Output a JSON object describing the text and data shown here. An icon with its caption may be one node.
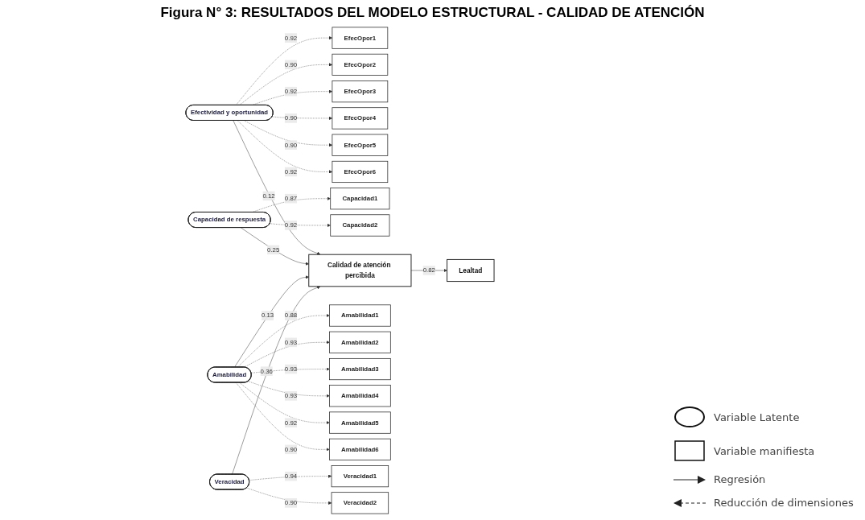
{
  "diagram": {
    "title": "Figura N° 3: RESULTADOS DEL MODELO ESTRUCTURAL - CALIDAD DE ATENCIÓN",
    "nodes": [
      {
        "text": [
          "EfecOpor1"
        ]
      },
      {
        "text": [
          "EfecOpor2"
        ]
      },
      {
        "text": [
          "EfecOpor3"
        ]
      },
      {
        "text": [
          "EfecOpor4"
        ]
      },
      {
        "text": [
          "EfecOpor5"
        ]
      },
      {
        "text": [
          "EfecOpor6"
        ]
      },
      {
        "text": [
          "Efectividad y oportunidad"
        ]
      },
      {
        "text": [
          "Capacidad de respuesta"
        ]
      },
      {
        "text": [
          "Capacidad1"
        ]
      },
      {
        "text": [
          "Capacidad2"
        ]
      },
      {
        "text": [
          "Calidad de atención percibida"
        ]
      },
      {
        "text": [
          "Lealtad"
        ]
      },
      {
        "text": [
          "Amabilidad1"
        ]
      },
      {
        "text": [
          "Amabilidad2"
        ]
      },
      {
        "text": [
          "Amabilidad3"
        ]
      },
      {
        "text": [
          "Amabilidad4"
        ]
      },
      {
        "text": [
          "Amabilidad5"
        ]
      },
      {
        "text": [
          "Amabilidad6"
        ]
      },
      {
        "text": [
          "Amabilidad"
        ]
      },
      {
        "text": [
          "Veracidad"
        ]
      },
      {
        "text": [
          "Veracidad1"
        ]
      },
      {
        "text": [
          "Veracidad2"
        ]
      }
    ],
    "edges": [
      {
        "from": 6,
        "to": 0,
        "arrow": "to",
        "label": "0.92",
        "style": "dashed"
      },
      {
        "from": 6,
        "to": 1,
        "arrow": "to",
        "label": "0.90",
        "style": "dashed"
      },
      {
        "from": 6,
        "to": 2,
        "arrow": "to",
        "label": "0.92",
        "style": "dashed"
      },
      {
        "from": 6,
        "to": 3,
        "arrow": "to",
        "label": "0.90",
        "style": "dashed"
      },
      {
        "from": 6,
        "to": 4,
        "arrow": "to",
        "label": "0.90",
        "style": "dashed"
      },
      {
        "from": 6,
        "to": 5,
        "arrow": "to",
        "label": "0.92",
        "style": "dashed"
      },
      {
        "from": 7,
        "to": 8,
        "arrow": "to",
        "label": "0.87",
        "style": "dashed"
      },
      {
        "from": 7,
        "to": 9,
        "arrow": "to",
        "label": "0.92",
        "style": "dashed"
      },
      {
        "from": 6,
        "to": 10,
        "arrow": "to",
        "label": "0.12"
      },
      {
        "from": 7,
        "to": 10,
        "arrow": "to",
        "label": "0.25"
      },
      {
        "from": 18,
        "to": 10,
        "arrow": "to",
        "label": "0.13"
      },
      {
        "from": 19,
        "to": 10,
        "arrow": "to",
        "label": "0.36"
      },
      {
        "from": 10,
        "to": 11,
        "arrow": "to",
        "label": "0.82"
      },
      {
        "from": 18,
        "to": 12,
        "arrow": "to",
        "label": "0.88",
        "style": "dashed"
      },
      {
        "from": 18,
        "to": 13,
        "arrow": "to",
        "label": "0.93",
        "style": "dashed"
      },
      {
        "from": 18,
        "to": 14,
        "arrow": "to",
        "label": "0.93",
        "style": "dashed"
      },
      {
        "from": 18,
        "to": 15,
        "arrow": "to",
        "label": "0.93",
        "style": "dashed"
      },
      {
        "from": 18,
        "to": 16,
        "arrow": "to",
        "label": "0.92",
        "style": "dashed"
      },
      {
        "from": 18,
        "to": 17,
        "arrow": "to",
        "label": "0.90",
        "style": "dashed"
      },
      {
        "from": 19,
        "to": 20,
        "arrow": "to",
        "label": "0.94",
        "style": "dashed"
      },
      {
        "from": 19,
        "to": 21,
        "arrow": "to",
        "label": "0.90",
        "style": "dashed"
      }
    ],
    "legend": [
      {
        "text": "Variable Latente"
      },
      {
        "text": "Variable manifiesta"
      },
      {
        "text": "Regresión"
      },
      {
        "text": "Reducción de dimensiones"
      }
    ]
  }
}
